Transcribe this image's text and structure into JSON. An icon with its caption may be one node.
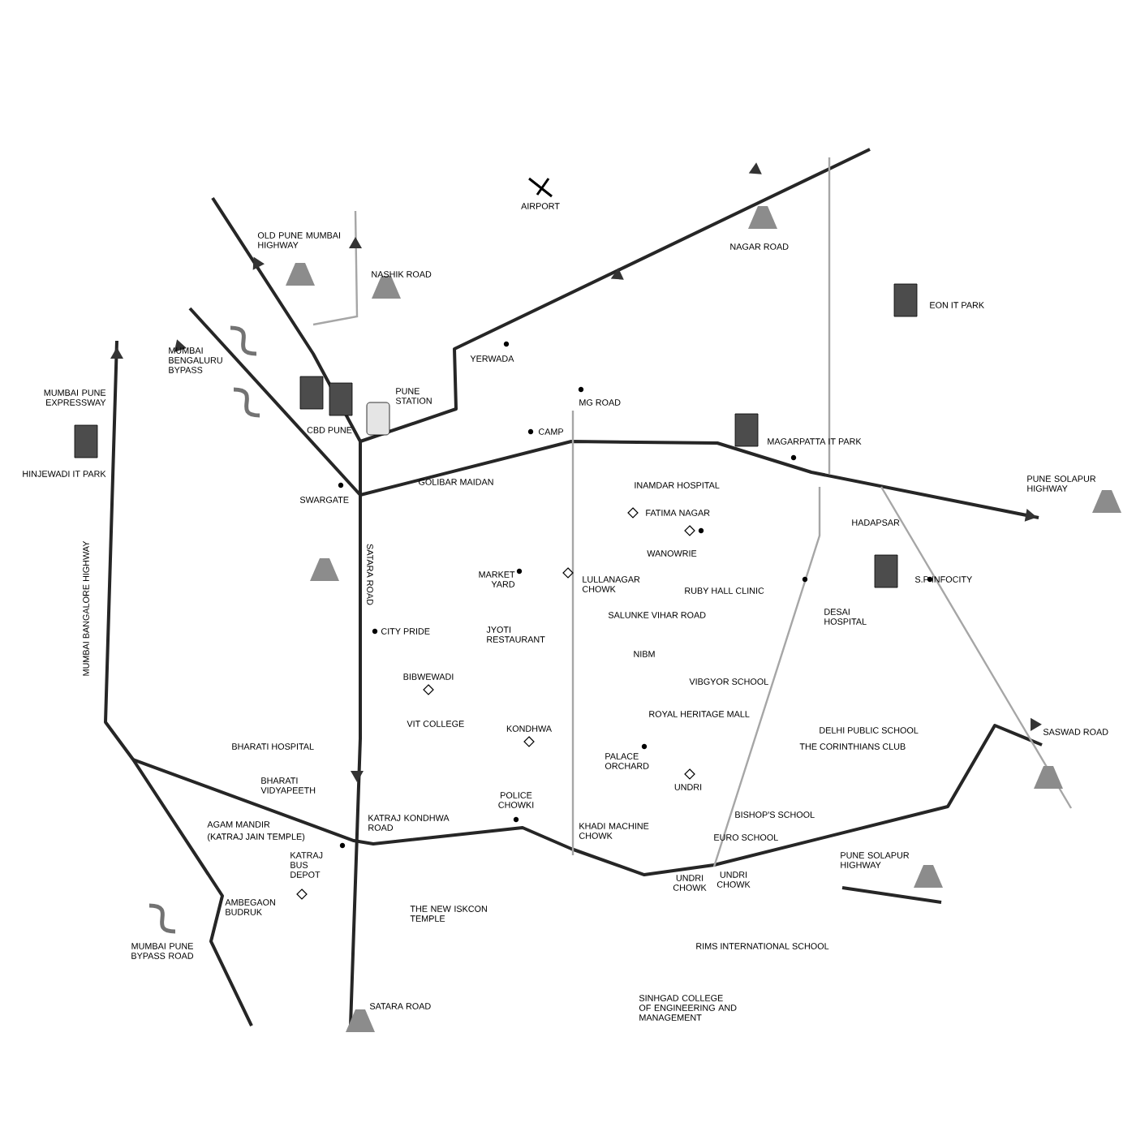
{
  "diagram": {
    "labels": [
      "AIRPORT",
      "OLD PUNE MUMBAI HIGHWAY",
      "NASHIK ROAD",
      "NAGAR ROAD",
      "YERWADA",
      "MUMBAI BENGALURU BYPASS",
      "MUMBAI PUNE EXPRESSWAY",
      "HINJEWADI IT PARK",
      "CBD PUNE",
      "PUNE STATION",
      "MG ROAD",
      "CAMP",
      "EON IT PARK",
      "MAGARPATTA IT PARK",
      "GOLIBAR MAIDAN",
      "INAMDAR HOSPITAL",
      "FATIMA NAGAR",
      "SWARGATE",
      "WANOWRIE",
      "PUNE SOLAPUR HIGHWAY",
      "HADAPSAR",
      "S.P INFOCITY",
      "MARKET YARD",
      "LULLANAGAR CHOWK",
      "RUBY HALL CLINIC",
      "SALUNKE VIHAR ROAD",
      "DESAI HOSPITAL",
      "SATARA ROAD",
      "CITY PRIDE",
      "JYOTI RESTAURANT",
      "NIBM",
      "VIBGYOR SCHOOL",
      "BIBWEWADI",
      "ROYAL HERITAGE MALL",
      "VIT COLLEGE",
      "KONDHWA",
      "MUMBAI BANGALORE HIGHWAY",
      "DELHI PUBLIC SCHOOL",
      "THE CORINTHIANS CLUB",
      "BHARATI HOSPITAL",
      "PALACE ORCHARD",
      "UNDRI",
      "BHARATI VIDYAPEETH",
      "POLICE CHOWKI",
      "BISHOP'S SCHOOL",
      "KATRAJ KONDHWA ROAD",
      "AGAM MANDIR",
      "(KATRAJ JAIN TEMPLE)",
      "KHADI MACHINE CHOWK",
      "EURO SCHOOL",
      "KATRAJ BUS DEPOT",
      "UNDRI CHOWK",
      "UNDRI CHOWK",
      "PUNE SOLAPUR HIGHWAY",
      "AMBEGAON BUDRUK",
      "THE NEW ISKCON TEMPLE",
      "RIMS INTERNATIONAL SCHOOL",
      "MUMBAI PUNE BYPASS ROAD",
      "SINHGAD COLLEGE OF ENGINEERING AND MANAGEMENT",
      "SATARA ROAD",
      "SASWAD ROAD"
    ]
  }
}
